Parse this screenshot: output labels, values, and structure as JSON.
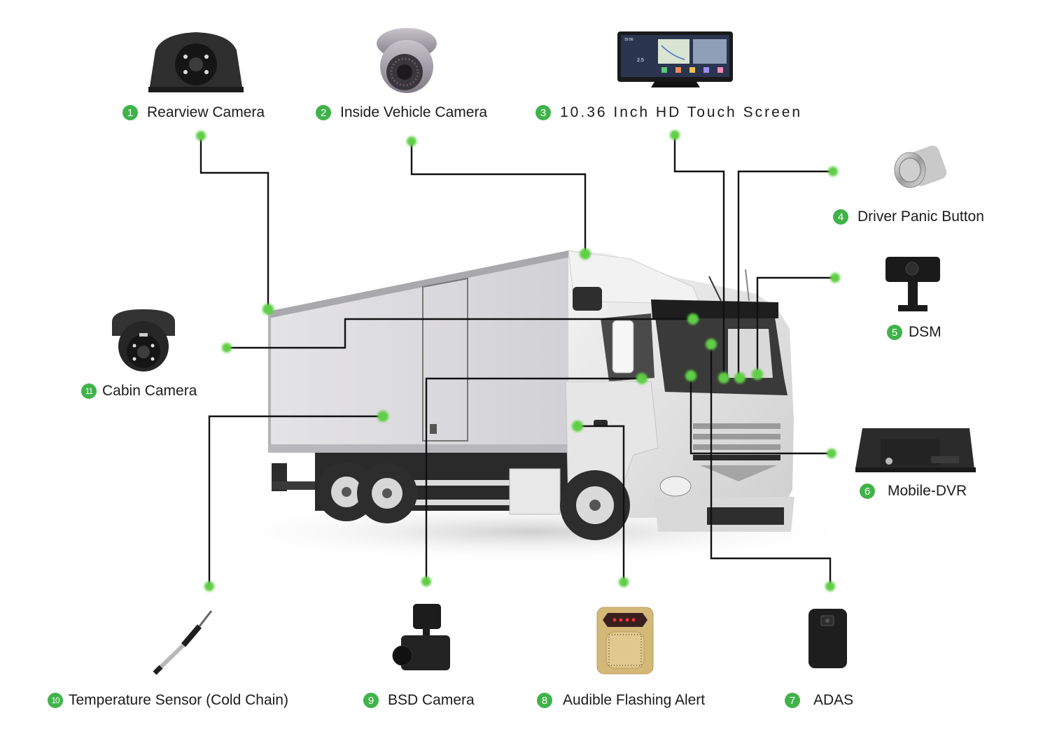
{
  "title": "Vehicle Video Telematics System Diagram",
  "accent_color": "#3fb34a",
  "dot_color": "#5fcf45",
  "components": [
    {
      "number": "1",
      "label": "Rearview Camera",
      "icon": "rearview-camera-icon"
    },
    {
      "number": "2",
      "label": "Inside Vehicle Camera",
      "icon": "dome-camera-icon"
    },
    {
      "number": "3",
      "label": "10.36 Inch HD Touch Screen",
      "icon": "touch-screen-icon"
    },
    {
      "number": "4",
      "label": "Driver Panic Button",
      "icon": "panic-button-icon"
    },
    {
      "number": "5",
      "label": "DSM",
      "icon": "dsm-camera-icon"
    },
    {
      "number": "6",
      "label": "Mobile-DVR",
      "icon": "dvr-icon"
    },
    {
      "number": "7",
      "label": "ADAS",
      "icon": "adas-camera-icon"
    },
    {
      "number": "8",
      "label": "Audible Flashing Alert",
      "icon": "alarm-speaker-icon"
    },
    {
      "number": "9",
      "label": "BSD Camera",
      "icon": "bsd-camera-icon"
    },
    {
      "number": "10",
      "label": "Temperature Sensor (Cold Chain)",
      "icon": "temperature-probe-icon"
    },
    {
      "number": "11",
      "label": "Cabin Camera",
      "icon": "cabin-camera-icon"
    }
  ],
  "screen_ui": {
    "clock": "15:56",
    "speed": "2.5"
  }
}
